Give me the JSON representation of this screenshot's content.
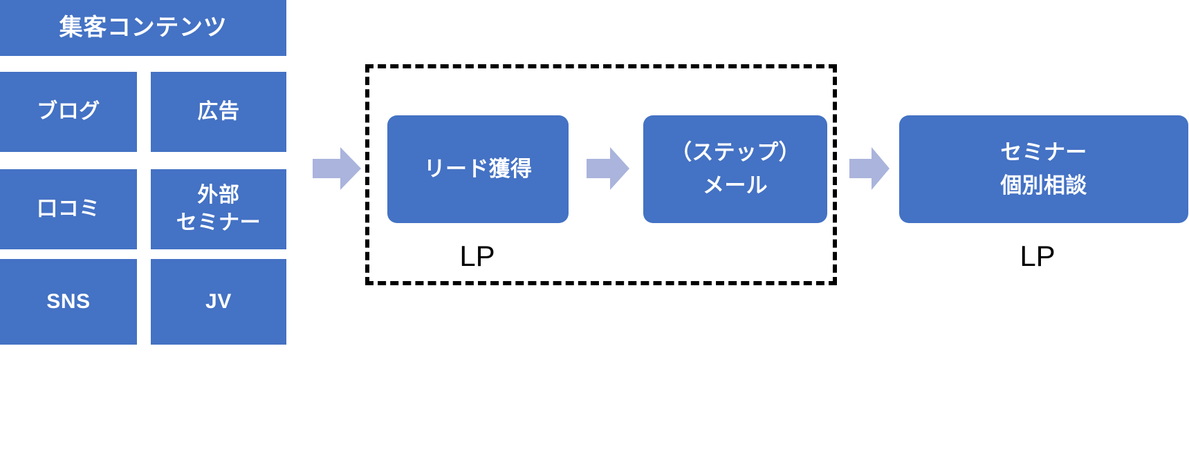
{
  "diagram": {
    "title_block": {
      "label": "集客コンテンツ"
    },
    "sources": [
      {
        "label": "ブログ"
      },
      {
        "label": "広告"
      },
      {
        "label": "口コミ"
      },
      {
        "label": "外部\nセミナー"
      },
      {
        "label": "SNS"
      },
      {
        "label": "JV"
      }
    ],
    "source_rows": [
      {
        "left": "ブログ",
        "right": "広告"
      },
      {
        "left": "口コミ",
        "right": "外部\nセミナー"
      },
      {
        "left": "SNS",
        "right": "JV"
      }
    ],
    "process_steps": [
      {
        "label": "リード獲得"
      },
      {
        "label": "（ステップ）\nメール"
      },
      {
        "label": "セミナー\n個別相談"
      }
    ],
    "captions": [
      {
        "label": "LP"
      },
      {
        "label": "LP"
      }
    ],
    "arrows": [
      {
        "name": "arrow-sources-to-lead"
      },
      {
        "name": "arrow-lead-to-mail"
      },
      {
        "name": "arrow-mail-to-seminar"
      }
    ],
    "colors": {
      "box_fill": "#4472c4",
      "box_text": "#ffffff",
      "arrow_fill": "#aab4dc",
      "frame_stroke": "#000000",
      "caption_text": "#000000",
      "background": "#ffffff"
    }
  }
}
